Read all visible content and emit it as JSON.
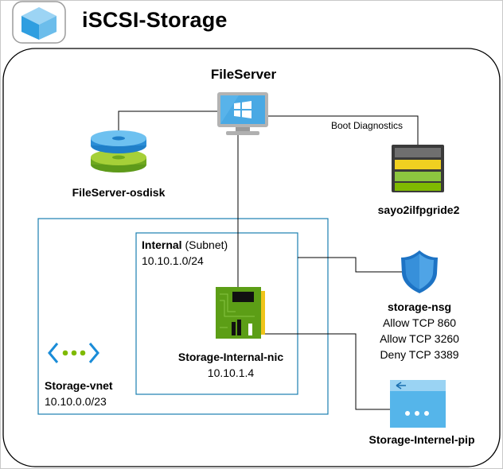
{
  "title": "iSCSI-Storage",
  "vm": {
    "name": "FileServer"
  },
  "disk": {
    "name": "FileServer-osdisk"
  },
  "storage_account": {
    "name": "sayo2ilfpgride2",
    "link_label": "Boot Diagnostics"
  },
  "subnet": {
    "name": "Internal",
    "suffix": "(Subnet)",
    "cidr": "10.10.1.0/24"
  },
  "nic": {
    "name": "Storage-Internal-nic",
    "ip": "10.10.1.4"
  },
  "vnet": {
    "name": "Storage-vnet",
    "cidr": "10.10.0.0/23"
  },
  "nsg": {
    "name": "storage-nsg",
    "rules": [
      "Allow TCP 860",
      "Allow TCP 3260",
      "Deny TCP 3389"
    ]
  },
  "pip": {
    "name": "Storage-Internel-pip"
  },
  "colors": {
    "azure_blue": "#1a8cd8",
    "light_blue": "#62b4e8",
    "green": "#7fba00",
    "dark_green": "#3b7d1d",
    "border_blue": "#1a7fb0"
  },
  "icons": {
    "group": "cube-icon",
    "vm": "monitor-windows-icon",
    "disk": "disk-icon",
    "storage": "storage-account-icon",
    "nsg": "shield-icon",
    "nic": "nic-card-icon",
    "vnet": "vnet-icon",
    "pip": "public-ip-icon"
  }
}
